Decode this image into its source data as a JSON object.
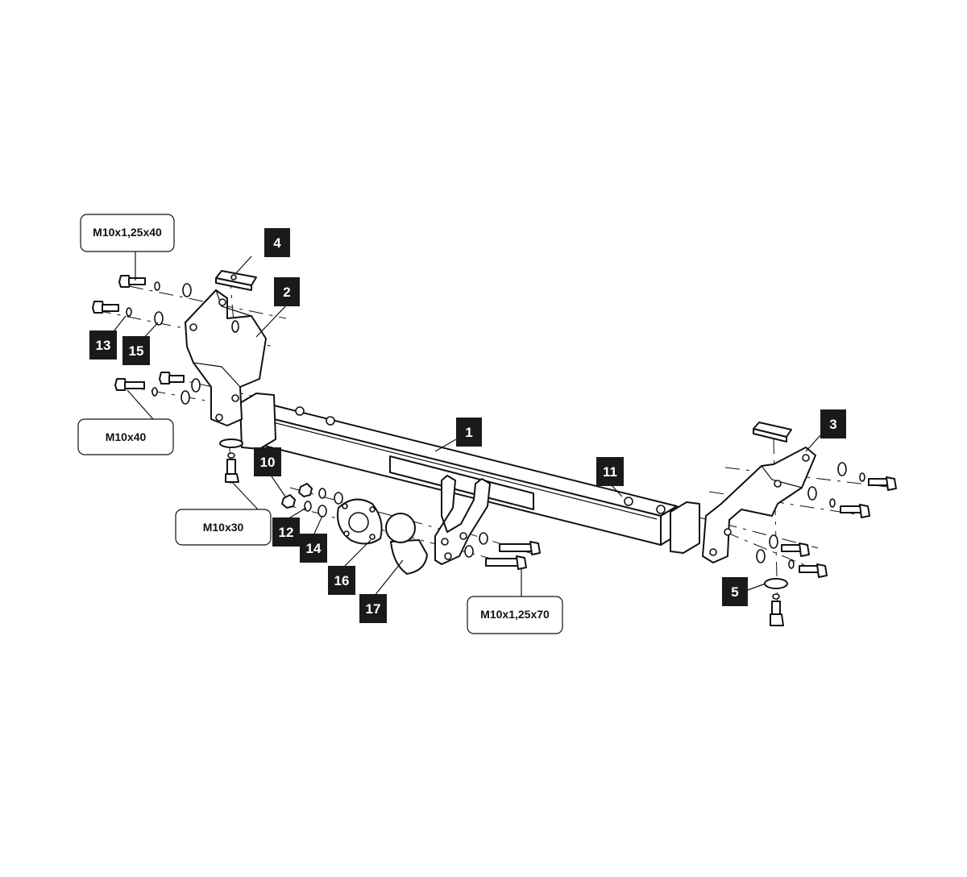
{
  "callouts": {
    "m10x125x40": "M10x1,25x40",
    "m10x40": "M10x40",
    "m10x30": "M10x30",
    "m10x125x70": "M10x1,25x70"
  },
  "part_numbers": {
    "p1": "1",
    "p2": "2",
    "p3": "3",
    "p4": "4",
    "p5": "5",
    "p10": "10",
    "p11": "11",
    "p12": "12",
    "p13": "13",
    "p14": "14",
    "p15": "15",
    "p16": "16",
    "p17": "17"
  },
  "colors": {
    "line": "#111111",
    "label_bg": "#1a1a1a",
    "label_text": "#ffffff",
    "background": "#ffffff"
  }
}
